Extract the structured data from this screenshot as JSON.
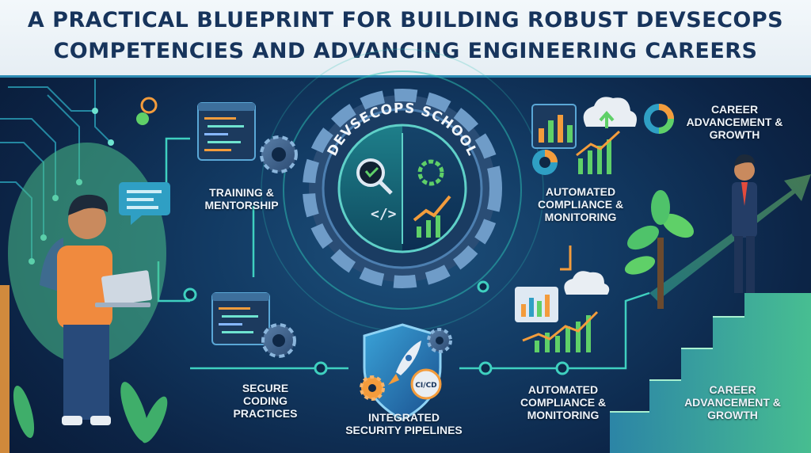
{
  "header": {
    "title_line1": "A PRACTICAL BLUEPRINT FOR BUILDING ROBUST DEVSECOPS",
    "title_line2": "COMPETENCIES AND ADVANCING ENGINEERING CAREERS"
  },
  "hub": {
    "label": "DEVSECOPS SCHOOL",
    "code_symbol": "</>"
  },
  "labels": {
    "training": "TRAINING & MENTORSHIP",
    "secure_coding": "SECURE CODING PRACTICES",
    "integrated": "INTEGRATED SECURITY PIPELINES",
    "automated_top": "AUTOMATED COMPLIANCE & MONITORING",
    "automated_bottom": "AUTOMATED COMPLIANCE & MONITORING",
    "career_top": "CAREER ADVANCEMENT & GROWTH",
    "career_bottom": "CAREER ADVANCEMENT & GROWTH"
  },
  "shield": {
    "badge": "CI/CD"
  },
  "colors": {
    "accent": "#2ec4b6",
    "orange": "#f39c3c",
    "navy": "#17345c",
    "green": "#5fd068"
  },
  "icons": [
    "person-laptop-icon",
    "chat-bubble-icon",
    "code-window-icon",
    "gear-icon",
    "shield-icon",
    "rocket-icon",
    "cloud-upload-icon",
    "bar-chart-icon",
    "pie-chart-icon",
    "tree-icon",
    "businessman-icon",
    "stairs-icon"
  ]
}
